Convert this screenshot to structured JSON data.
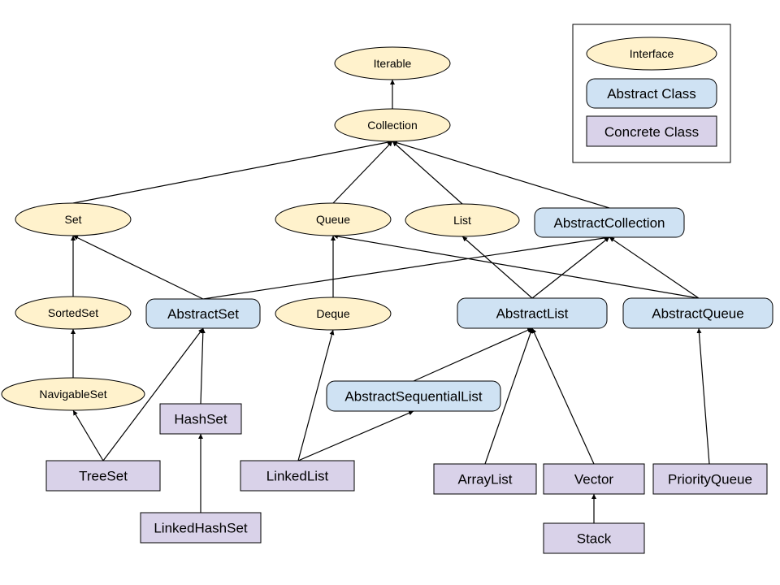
{
  "colors": {
    "interface": "#fff2cc",
    "abstract_class": "#cfe2f3",
    "concrete_class": "#d9d2e9"
  },
  "legend": {
    "interface": "Interface",
    "abstract_class": "Abstract Class",
    "concrete_class": "Concrete Class"
  },
  "nodes": [
    {
      "id": "Iterable",
      "label": "Iterable",
      "kind": "interface"
    },
    {
      "id": "Collection",
      "label": "Collection",
      "kind": "interface"
    },
    {
      "id": "Set",
      "label": "Set",
      "kind": "interface"
    },
    {
      "id": "Queue",
      "label": "Queue",
      "kind": "interface"
    },
    {
      "id": "List",
      "label": "List",
      "kind": "interface"
    },
    {
      "id": "SortedSet",
      "label": "SortedSet",
      "kind": "interface"
    },
    {
      "id": "Deque",
      "label": "Deque",
      "kind": "interface"
    },
    {
      "id": "NavigableSet",
      "label": "NavigableSet",
      "kind": "interface"
    },
    {
      "id": "AbstractCollection",
      "label": "AbstractCollection",
      "kind": "abstract"
    },
    {
      "id": "AbstractSet",
      "label": "AbstractSet",
      "kind": "abstract"
    },
    {
      "id": "AbstractList",
      "label": "AbstractList",
      "kind": "abstract"
    },
    {
      "id": "AbstractQueue",
      "label": "AbstractQueue",
      "kind": "abstract"
    },
    {
      "id": "AbstractSequentialList",
      "label": "AbstractSequentialList",
      "kind": "abstract"
    },
    {
      "id": "HashSet",
      "label": "HashSet",
      "kind": "concrete"
    },
    {
      "id": "TreeSet",
      "label": "TreeSet",
      "kind": "concrete"
    },
    {
      "id": "LinkedList",
      "label": "LinkedList",
      "kind": "concrete"
    },
    {
      "id": "ArrayList",
      "label": "ArrayList",
      "kind": "concrete"
    },
    {
      "id": "Vector",
      "label": "Vector",
      "kind": "concrete"
    },
    {
      "id": "PriorityQueue",
      "label": "PriorityQueue",
      "kind": "concrete"
    },
    {
      "id": "LinkedHashSet",
      "label": "LinkedHashSet",
      "kind": "concrete"
    },
    {
      "id": "Stack",
      "label": "Stack",
      "kind": "concrete"
    }
  ],
  "edges": [
    {
      "from": "Collection",
      "to": "Iterable"
    },
    {
      "from": "Set",
      "to": "Collection"
    },
    {
      "from": "Queue",
      "to": "Collection"
    },
    {
      "from": "List",
      "to": "Collection"
    },
    {
      "from": "AbstractCollection",
      "to": "Collection"
    },
    {
      "from": "SortedSet",
      "to": "Set"
    },
    {
      "from": "AbstractSet",
      "to": "Set"
    },
    {
      "from": "AbstractSet",
      "to": "AbstractCollection"
    },
    {
      "from": "Deque",
      "to": "Queue"
    },
    {
      "from": "AbstractList",
      "to": "List"
    },
    {
      "from": "AbstractList",
      "to": "AbstractCollection"
    },
    {
      "from": "AbstractQueue",
      "to": "AbstractCollection"
    },
    {
      "from": "AbstractQueue",
      "to": "Queue"
    },
    {
      "from": "NavigableSet",
      "to": "SortedSet"
    },
    {
      "from": "TreeSet",
      "to": "NavigableSet"
    },
    {
      "from": "TreeSet",
      "to": "AbstractSet"
    },
    {
      "from": "HashSet",
      "to": "AbstractSet"
    },
    {
      "from": "LinkedHashSet",
      "to": "HashSet"
    },
    {
      "from": "LinkedList",
      "to": "Deque"
    },
    {
      "from": "LinkedList",
      "to": "AbstractSequentialList"
    },
    {
      "from": "AbstractSequentialList",
      "to": "AbstractList"
    },
    {
      "from": "ArrayList",
      "to": "AbstractList"
    },
    {
      "from": "Vector",
      "to": "AbstractList"
    },
    {
      "from": "Stack",
      "to": "Vector"
    },
    {
      "from": "PriorityQueue",
      "to": "AbstractQueue"
    }
  ]
}
